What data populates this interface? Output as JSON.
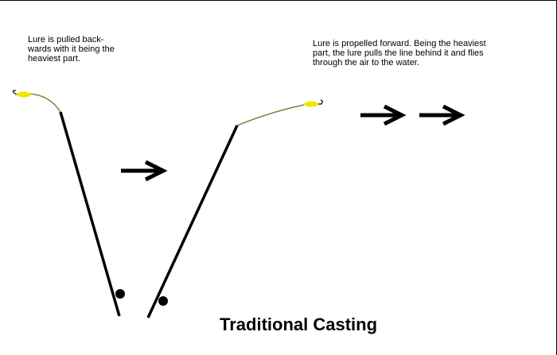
{
  "captions": {
    "backswing": "Lure is pulled back-wards with it being the heaviest part.",
    "forward": "Lure is propelled forward.  Being the heaviest part, the lure pulls the line behind it and flies through the air to the water."
  },
  "title": "Traditional Casting",
  "colors": {
    "lure": "#f5e400",
    "rod": "#000000",
    "line": "#8a7a3a",
    "background": "#ffffff"
  }
}
